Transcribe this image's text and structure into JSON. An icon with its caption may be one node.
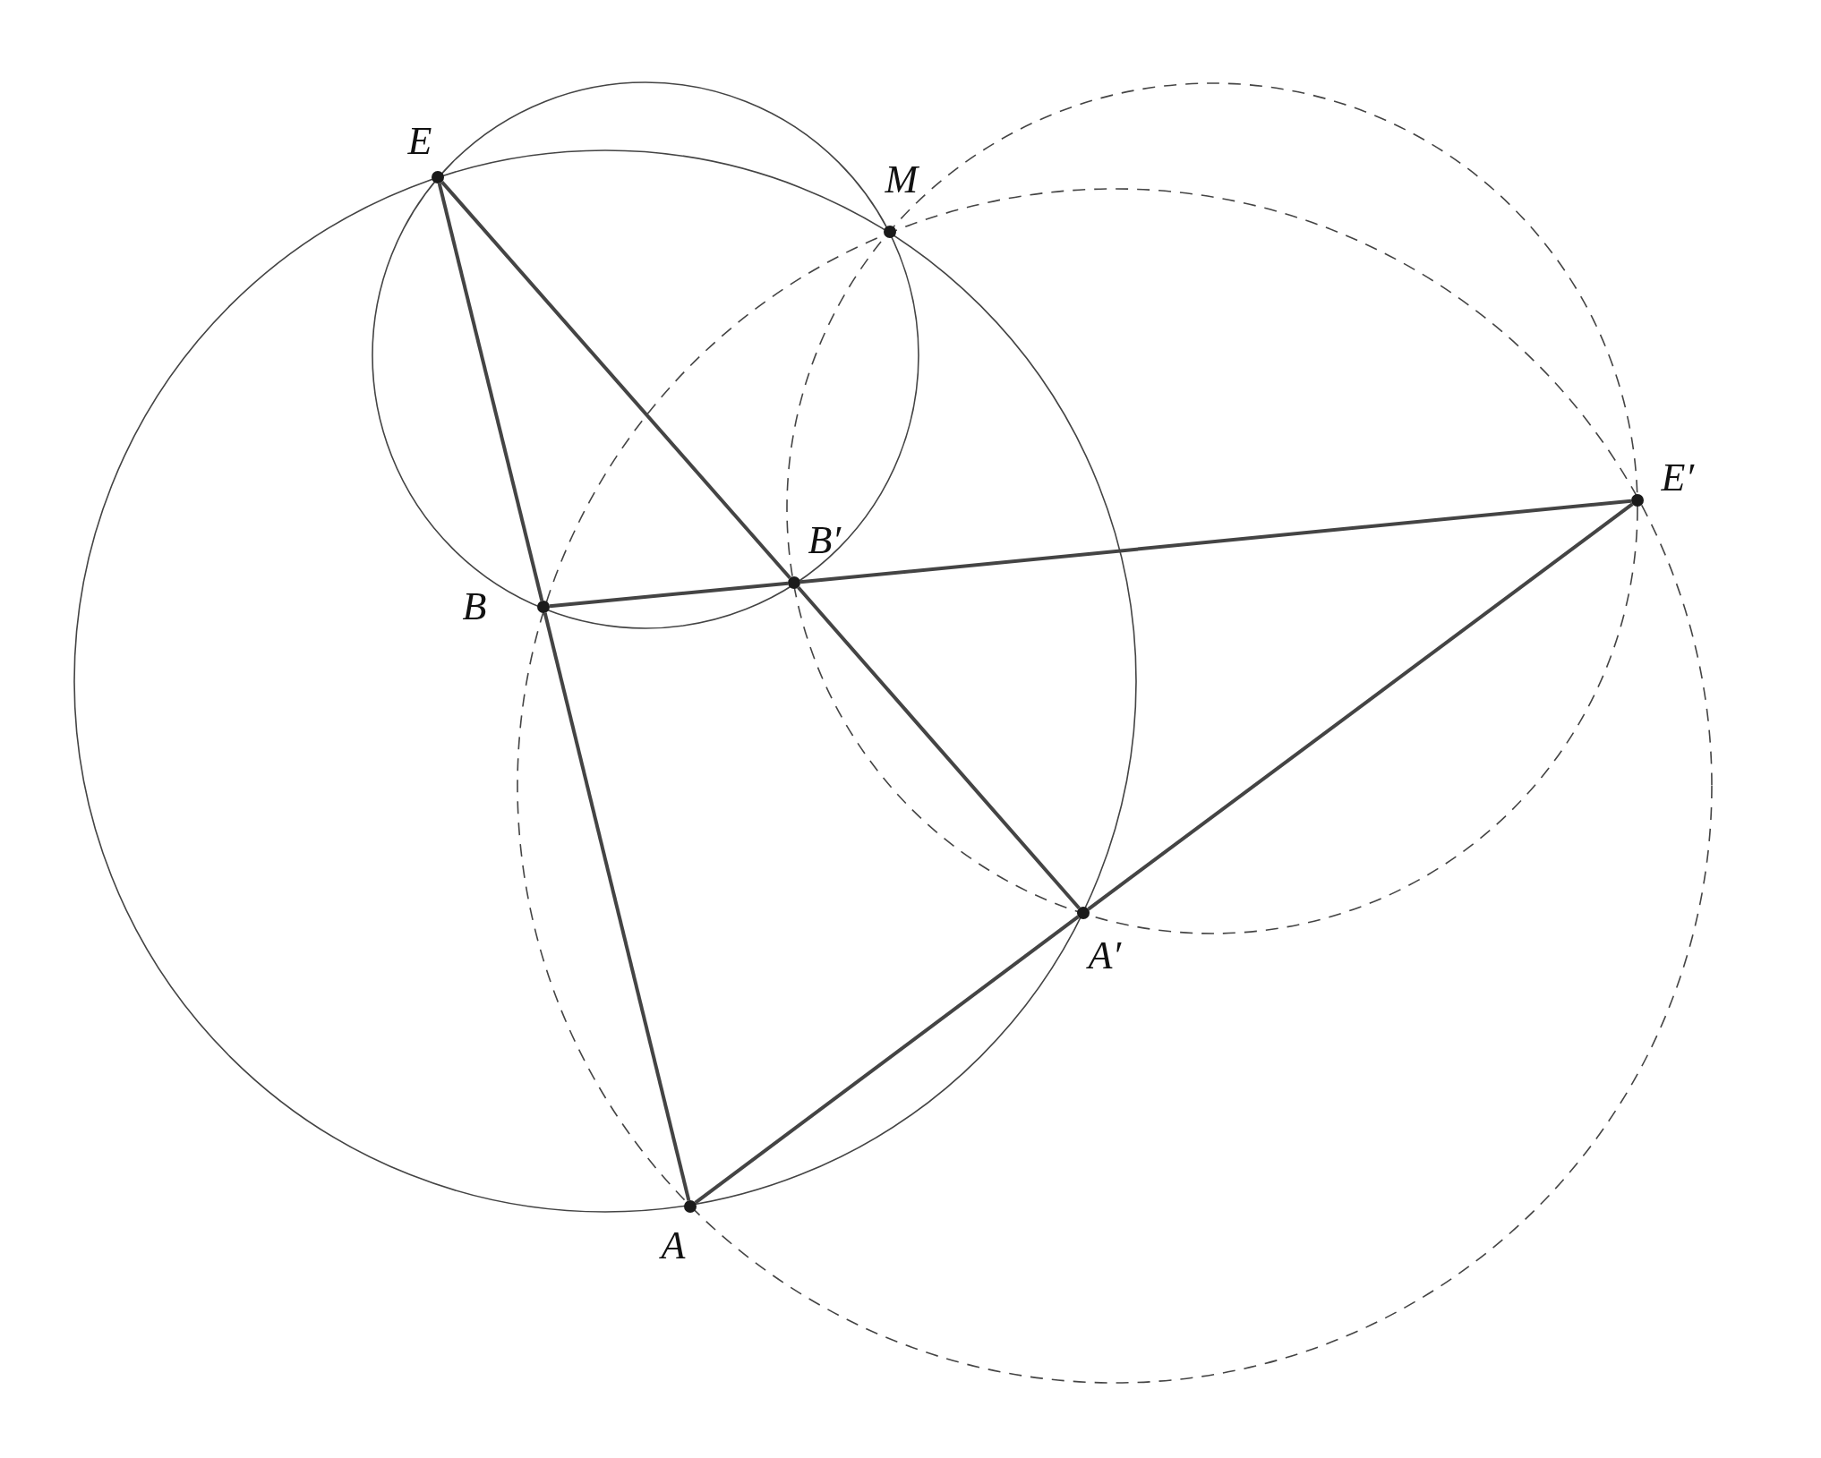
{
  "diagram": {
    "nodes": [
      {
        "text": [
          "E"
        ]
      },
      {
        "text": [
          "M"
        ]
      },
      {
        "text": [
          "E′"
        ]
      },
      {
        "text": [
          "B′"
        ]
      },
      {
        "text": [
          "B"
        ]
      },
      {
        "text": [
          "A′"
        ]
      },
      {
        "text": [
          "A"
        ]
      }
    ],
    "edges": [
      {
        "from": 0,
        "to": 4,
        "arrow": "none"
      },
      {
        "from": 4,
        "to": 6,
        "arrow": "none"
      },
      {
        "from": 0,
        "to": 3,
        "arrow": "none"
      },
      {
        "from": 3,
        "to": 5,
        "arrow": "none"
      },
      {
        "from": 4,
        "to": 3,
        "arrow": "none"
      },
      {
        "from": 3,
        "to": 2,
        "arrow": "none"
      },
      {
        "from": 6,
        "to": 5,
        "arrow": "none"
      },
      {
        "from": 5,
        "to": 2,
        "arrow": "none"
      }
    ]
  }
}
